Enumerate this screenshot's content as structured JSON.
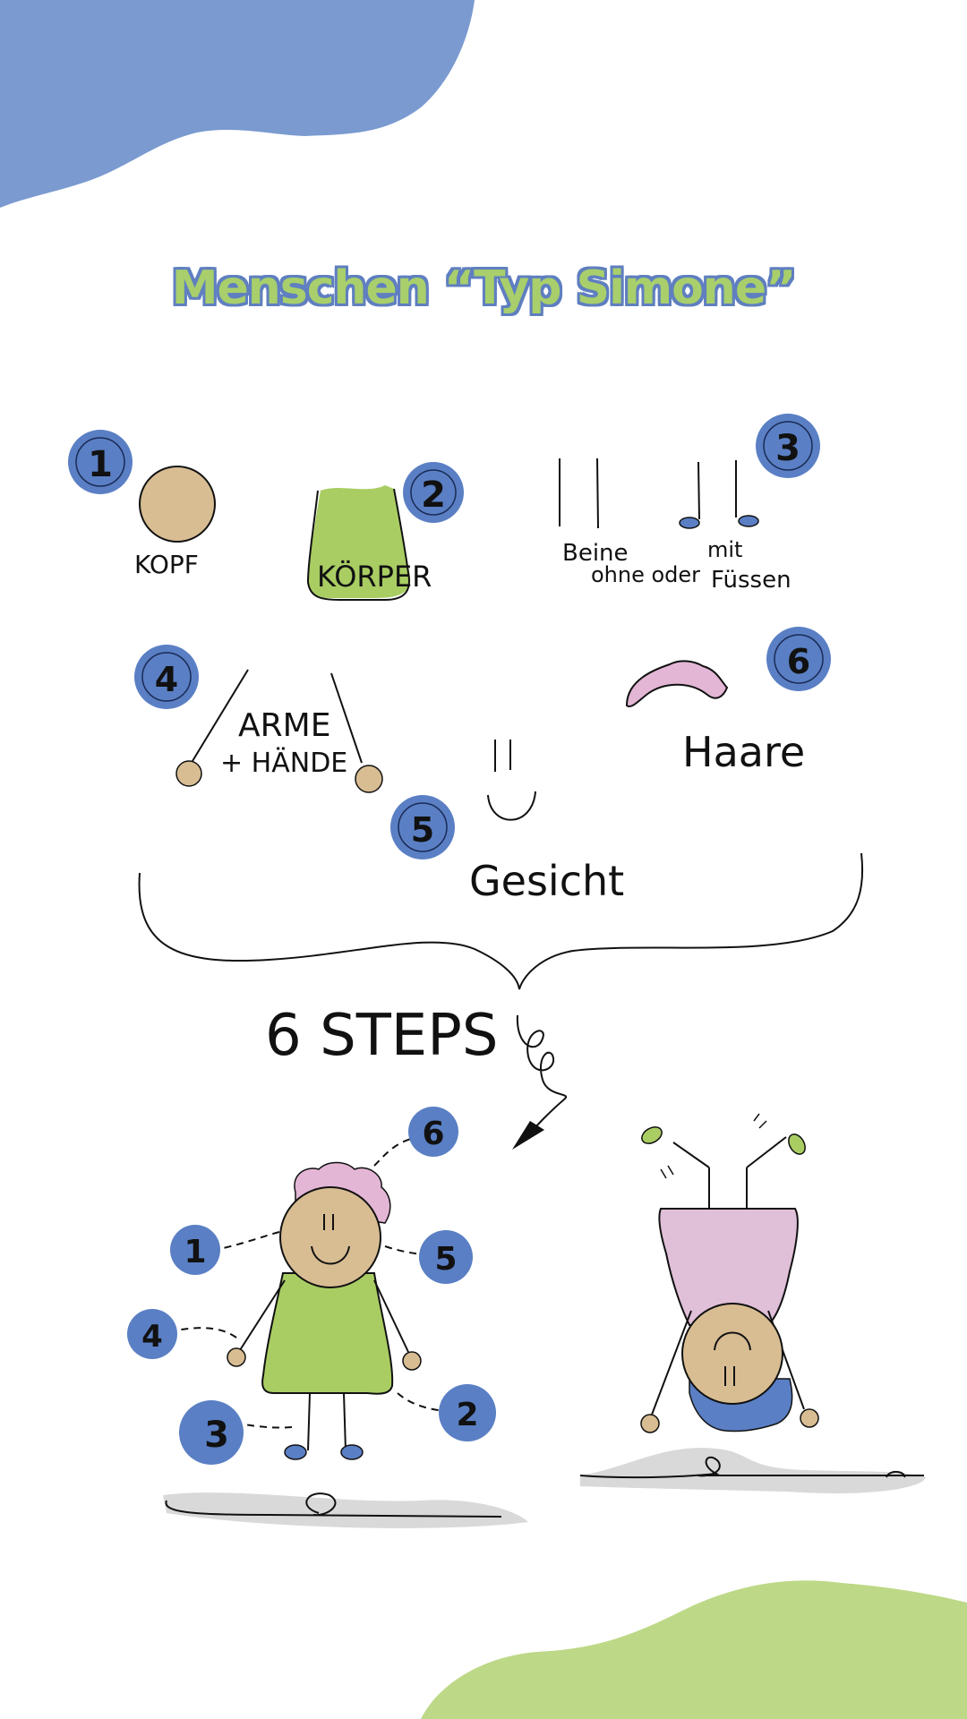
{
  "title": "Menschen “Typ Simone”",
  "steps_heading": "6 STEPS",
  "labels": {
    "kopf": "KOPF",
    "koerper": "KÖRPER",
    "beine": "Beine",
    "ohne_oder": "ohne oder",
    "mit": "mit",
    "fuessen": "Füssen",
    "arme": "ARME",
    "haende": "+ HÄNDE",
    "gesicht": "Gesicht",
    "haare": "Haare"
  },
  "numbers": [
    "1",
    "2",
    "3",
    "4",
    "5",
    "6"
  ],
  "figure_numbers": [
    "1",
    "2",
    "3",
    "4",
    "5",
    "6"
  ],
  "colors": {
    "blue": "#5a7fc4",
    "green": "#a9cd63",
    "skin": "#d8bd93",
    "pink": "#e0bfd8",
    "hair_pink": "#e3b6d6",
    "shadow": "#d9d9d9"
  }
}
